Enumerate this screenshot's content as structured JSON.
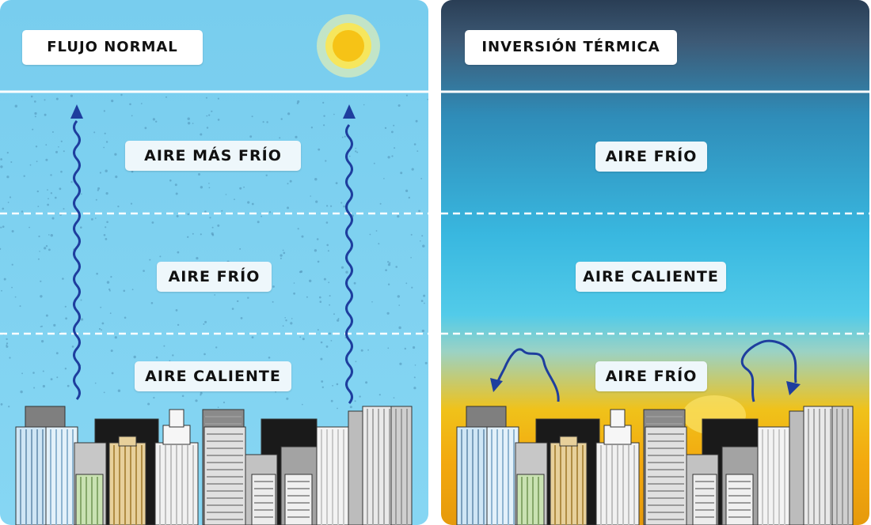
{
  "panels": {
    "left": {
      "title": "FLUJO NORMAL",
      "layers": [
        "AIRE MÁS FRÍO",
        "AIRE FRÍO",
        "AIRE CALIENTE"
      ]
    },
    "right": {
      "title": "INVERSIÓN TÉRMICA",
      "layers": [
        "AIRE FRÍO",
        "AIRE CALIENTE",
        "AIRE FRÍO"
      ]
    }
  },
  "icons": [
    "sun-icon",
    "wavy-up-arrow-icon",
    "curl-arrow-icon",
    "city-skyline-icon"
  ],
  "colors": {
    "left_sky": "#80d1f0",
    "right_sky_top": "#2a3e55",
    "right_warm_bottom": "#f3a90f",
    "arrow": "#1e3e9e"
  }
}
